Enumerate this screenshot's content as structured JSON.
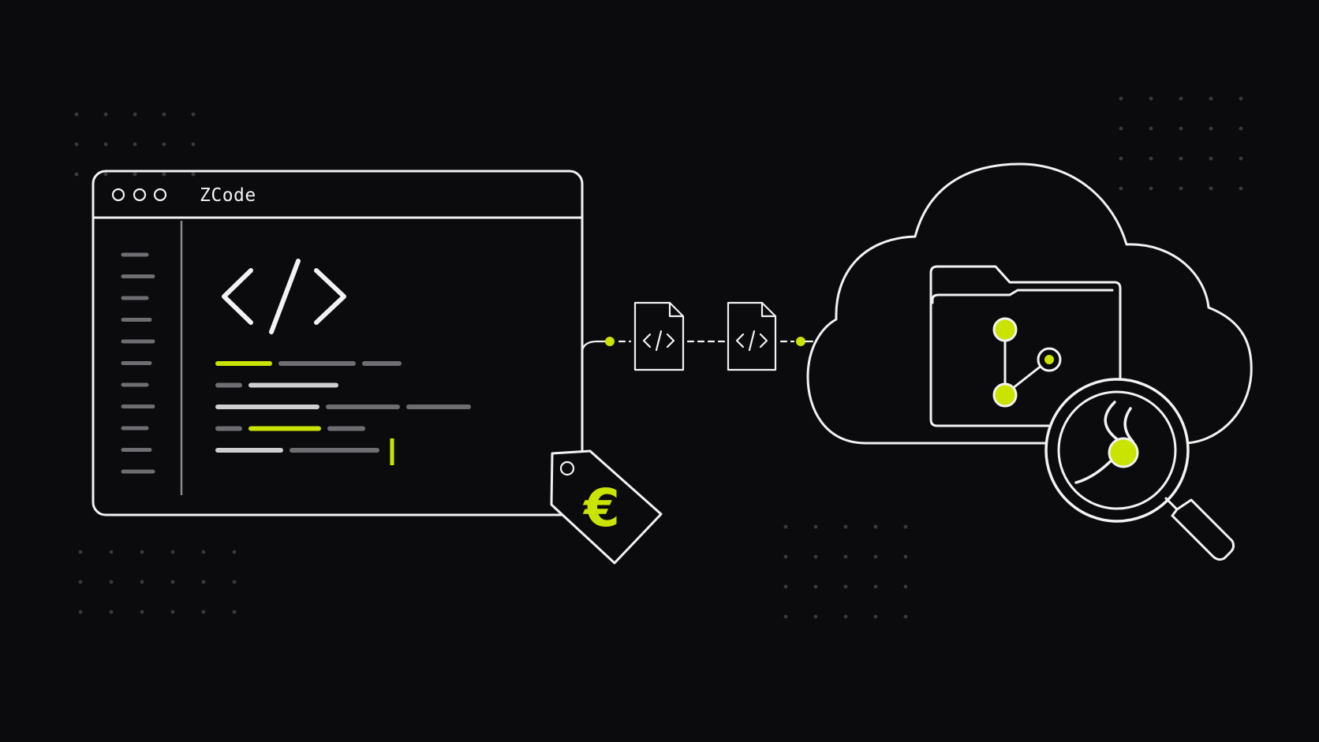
{
  "colors": {
    "background": "#0b0b0d",
    "stroke": "#f2f2f2",
    "accent": "#c8e400",
    "bar_dark": "#6e6e72",
    "bar_light": "#cfcfd2",
    "dot_grid": "#3a3a3e"
  },
  "editor_window": {
    "title": "ZCode",
    "window_controls": [
      "circle-icon",
      "circle-icon",
      "circle-icon"
    ],
    "center_icon": "code-brackets-icon",
    "gutter_line_count": 11,
    "code_lines": [
      [
        {
          "len": 66,
          "color": "accent"
        },
        {
          "len": 92,
          "color": "dark"
        },
        {
          "len": 44,
          "color": "dark"
        }
      ],
      [
        {
          "len": 28,
          "color": "dark"
        },
        {
          "len": 108,
          "color": "light"
        }
      ],
      [
        {
          "len": 126,
          "color": "light"
        },
        {
          "len": 88,
          "color": "dark"
        },
        {
          "len": 76,
          "color": "dark"
        }
      ],
      [
        {
          "len": 28,
          "color": "dark"
        },
        {
          "len": 86,
          "color": "accent"
        },
        {
          "len": 42,
          "color": "dark"
        }
      ],
      [
        {
          "len": 80,
          "color": "light"
        },
        {
          "len": 108,
          "color": "dark"
        }
      ]
    ]
  },
  "price_tag": {
    "symbol": "€",
    "icon": "price-tag-icon"
  },
  "pipeline": {
    "files": [
      "code-file-icon",
      "code-file-icon"
    ]
  },
  "cloud": {
    "icon": "cloud-icon",
    "folder_icon": "folder-icon",
    "branch_icon": "git-branch-icon",
    "magnifier_icon": "magnifier-icon",
    "inspected_icon": "sprout-icon"
  }
}
